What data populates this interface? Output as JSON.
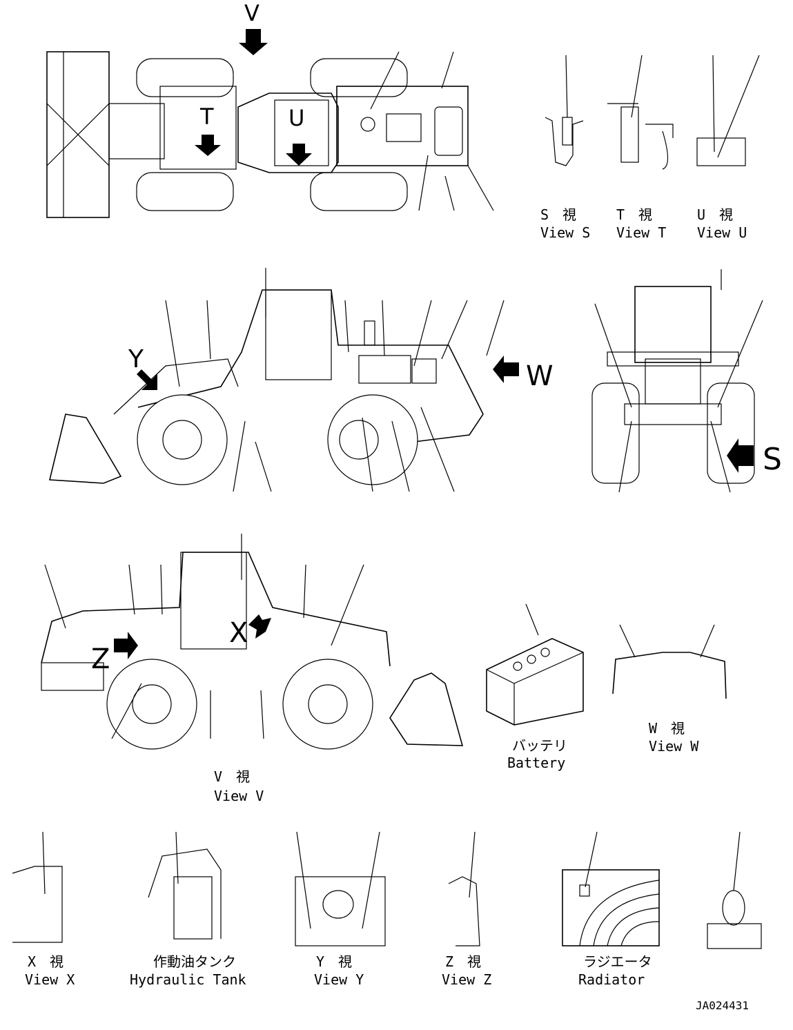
{
  "views": {
    "s": {
      "jp": "S　視",
      "en": "View S"
    },
    "t": {
      "jp": "T　視",
      "en": "View T"
    },
    "u": {
      "jp": "U　視",
      "en": "View U"
    },
    "v": {
      "jp": "V　視",
      "en": "View V"
    },
    "w": {
      "jp": "W　視",
      "en": "View W"
    },
    "x": {
      "jp": "X　視",
      "en": "View X"
    },
    "y": {
      "jp": "Y　視",
      "en": "View Y"
    },
    "z": {
      "jp": "Z　視",
      "en": "View Z"
    }
  },
  "battery": {
    "jp": "バッテリ",
    "en": "Battery"
  },
  "hydraulic_tank": {
    "jp": "作動油タンク",
    "en": "Hydraulic Tank"
  },
  "radiator": {
    "jp": "ラジエータ",
    "en": "Radiator"
  },
  "arrow_letters": {
    "v": "V",
    "t": "T",
    "u": "U",
    "w": "W",
    "s": "S",
    "x": "X",
    "y": "Y",
    "z": "Z"
  },
  "drawing_number": "JA024431"
}
